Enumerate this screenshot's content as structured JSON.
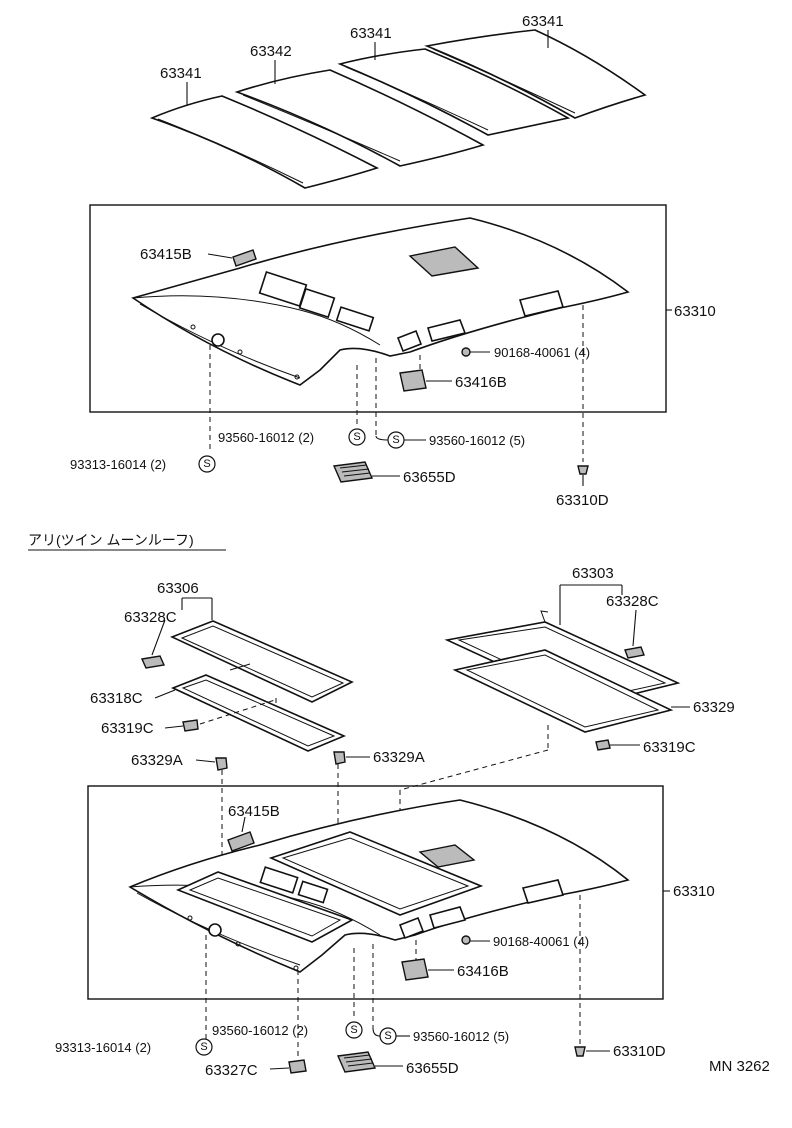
{
  "top_panels": {
    "panel_1": "63341",
    "panel_2": "63342",
    "panel_3": "63341",
    "panel_4": "63341"
  },
  "section_1": {
    "headliner": "63310",
    "trim_cover": "63415B",
    "screw_1": "90168-40061 (4)",
    "lamp": "63416B",
    "screw_2": "93560-16012 (2)",
    "screw_3": "93560-16012 (5)",
    "screw_4": "93313-16014 (2)",
    "vent": "63655D",
    "clip": "63310D",
    "screw_symbol": "S"
  },
  "section_2": {
    "heading": "アリ(ツイン ムーンルーフ)",
    "front_glass": "63306",
    "front_bracket": "63328C",
    "front_weatherstrip": "63318C",
    "front_small_part": "63319C",
    "front_clip": "63329A",
    "front_clip_right": "63329A",
    "rear_glass": "63303",
    "rear_bracket": "63328C",
    "rear_weatherstrip": "63329",
    "rear_small_part": "63319C",
    "trim_cover": "63415B",
    "headliner": "63310",
    "screw_1": "90168-40061 (4)",
    "lamp": "63416B",
    "screw_2": "93560-16012 (2)",
    "screw_3": "93560-16012 (5)",
    "screw_4": "93313-16014 (2)",
    "holder": "63327C",
    "vent": "63655D",
    "clip": "63310D",
    "screw_symbol": "S"
  },
  "footer": {
    "code": "MN 3262"
  }
}
